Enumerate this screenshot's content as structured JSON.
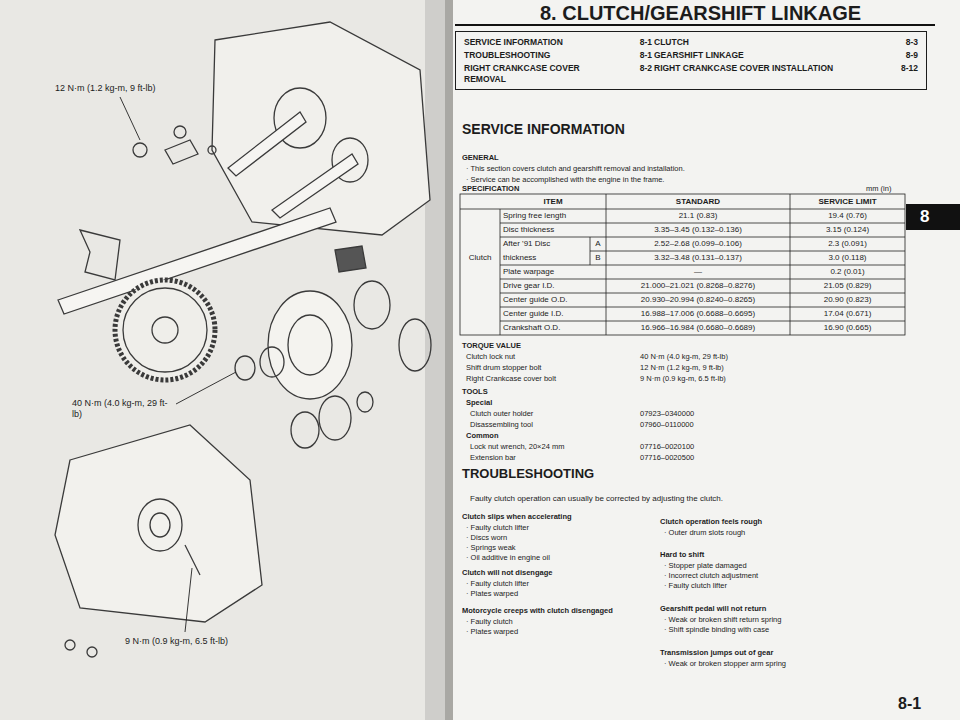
{
  "diagram": {
    "title": "8. CLUTCH/GEARSHIFT LINKAGE",
    "nodes": [
      {
        "text": [
          "SERVICE INFORMATION",
          "8-1",
          "CLUTCH",
          "8-3",
          "TROUBLESHOOTING",
          "8-1",
          "GEARSHIFT LINKAGE",
          "8-9",
          "RIGHT CRANKCASE COVER REMOVAL",
          "8-2",
          "RIGHT CRANKCASE COVER INSTALLATION",
          "8-12"
        ]
      },
      {
        "text": [
          "8"
        ]
      }
    ],
    "labels": [
      "12 N·m (1.2 kg-m, 9 ft-lb)",
      "40 N·m (4.0 kg-m, 29 ft-lb)",
      "9 N·m (0.9 kg-m, 6.5 ft-lb)",
      "SERVICE INFORMATION",
      "GENERAL",
      "· This section covers clutch and gearshift removal and installation.",
      "· Service can be accomplished with the engine in the frame.",
      "SPECIFICATION",
      "mm (in)",
      "ITEM",
      "STANDARD",
      "SERVICE LIMIT",
      "Clutch",
      "Spring free length",
      "21.1 (0.83)",
      "19.4 (0.76)",
      "Disc thickness",
      "3.35–3.45 (0.132–0.136)",
      "3.15 (0.124)",
      "After '91 Disc thickness",
      "A",
      "2.52–2.68 (0.099–0.106)",
      "2.3 (0.091)",
      "B",
      "3.32–3.48 (0.131–0.137)",
      "3.0 (0.118)",
      "Plate warpage",
      "—",
      "0.2 (0.01)",
      "Drive gear I.D.",
      "21.000–21.021 (0.8268–0.8276)",
      "21.05 (0.829)",
      "Center guide O.D.",
      "20.930–20.994 (0.8240–0.8265)",
      "20.90 (0.823)",
      "Center guide I.D.",
      "16.988–17.006 (0.6688–0.6695)",
      "17.04 (0.671)",
      "Crankshaft O.D.",
      "16.966–16.984 (0.6680–0.6689)",
      "16.90 (0.665)",
      "TORQUE VALUE",
      "Clutch lock nut",
      "40 N·m (4.0 kg-m, 29 ft-lb)",
      "Shift drum stopper bolt",
      "12 N·m (1.2 kg-m, 9 ft-lb)",
      "Right Crankcase cover bolt",
      "9 N·m (0.9 kg-m, 6.5 ft-lb)",
      "TOOLS",
      "Special",
      "Clutch outer holder",
      "07923–0340000",
      "Disassembling tool",
      "07960–0110000",
      "Common",
      "Lock nut wrench, 20×24 mm",
      "07716–0020100",
      "Extension bar",
      "07716–0020500",
      "TROUBLESHOOTING",
      "Faulty clutch operation can usually be corrected by adjusting the clutch.",
      "Clutch slips when accelerating",
      "· Faulty clutch lifter",
      "· Discs worn",
      "· Springs weak",
      "· Oil additive in engine oil",
      "Clutch will not disengage",
      "· Faulty clutch lifter",
      "· Plates warped",
      "Motorcycle creeps with clutch disengaged",
      "· Faulty clutch",
      "· Plates warped",
      "Clutch operation feels rough",
      "· Outer drum slots rough",
      "Hard to shift",
      "· Stopper plate damaged",
      "· Incorrect clutch adjustment",
      "· Faulty clutch lifter",
      "Gearshift pedal will not return",
      "· Weak or broken shift return spring",
      "· Shift spindle binding with case",
      "Transmission jumps out of gear",
      "· Weak or broken stopper arm spring",
      "8-1"
    ]
  }
}
